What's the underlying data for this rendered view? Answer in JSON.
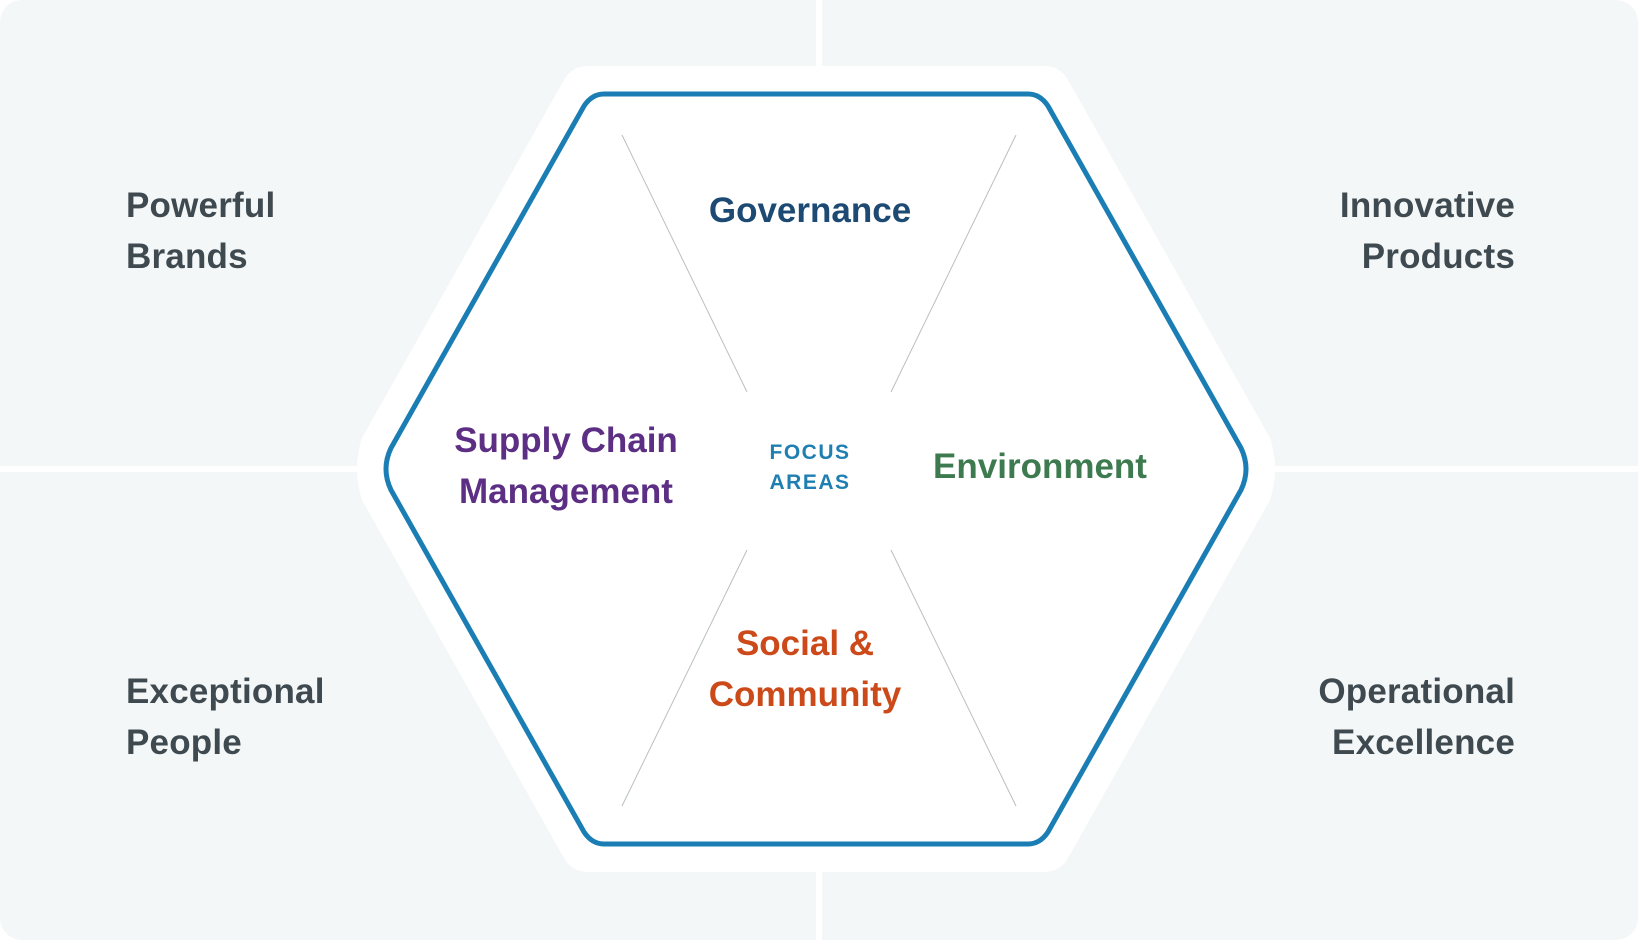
{
  "corners": {
    "top_left": [
      "Powerful",
      "Brands"
    ],
    "top_right": [
      "Innovative",
      "Products"
    ],
    "bottom_left": [
      "Exceptional",
      "People"
    ],
    "bottom_right": [
      "Operational",
      "Excellence"
    ]
  },
  "center": [
    "FOCUS",
    "AREAS"
  ],
  "focus_areas": {
    "governance": [
      "Governance"
    ],
    "supply_chain": [
      "Supply Chain",
      "Management"
    ],
    "environment": [
      "Environment"
    ],
    "social": [
      "Social &",
      "Community"
    ]
  },
  "colors": {
    "background": "#f4f7f7",
    "hexagon_stroke": "#1a7db3",
    "corner_text": "#3f4a50",
    "governance": "#1d4a73",
    "supply_chain": "#5c2e84",
    "environment": "#3e7a4f",
    "social": "#cc4a1a",
    "center_label": "#1f7fb0"
  }
}
